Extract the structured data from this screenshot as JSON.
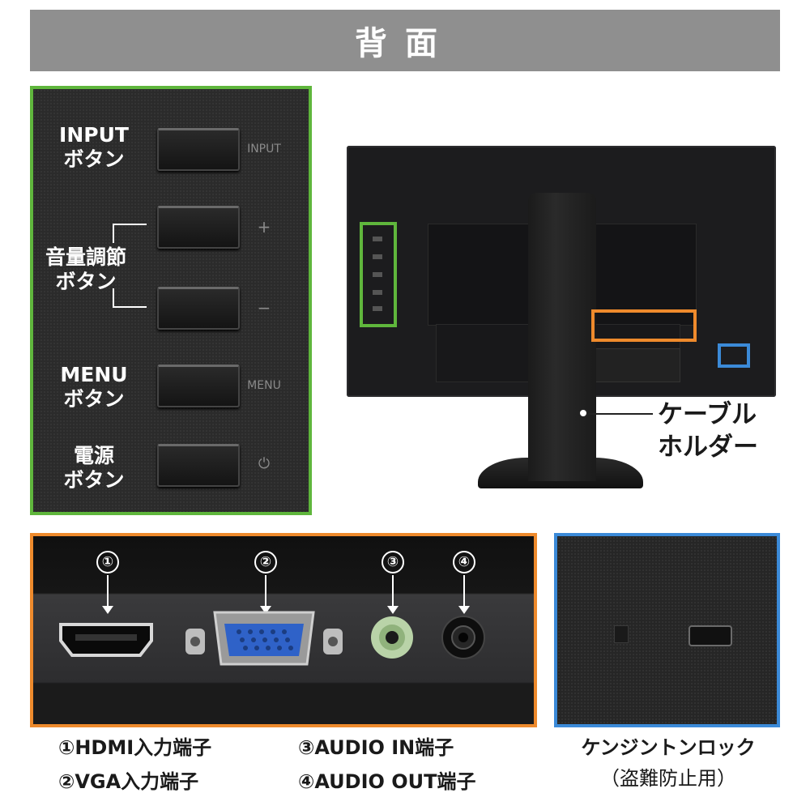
{
  "header": {
    "title": "背面"
  },
  "buttons_panel": {
    "input": {
      "label_line1": "INPUT",
      "label_line2": "ボタン",
      "mark": "INPUT"
    },
    "volume": {
      "label_line1": "音量調節",
      "label_line2": "ボタン",
      "mark_plus": "+",
      "mark_minus": "−"
    },
    "menu": {
      "label_line1": "MENU",
      "label_line2": "ボタン",
      "mark": "MENU"
    },
    "power": {
      "label_line1": "電源",
      "label_line2": "ボタン",
      "mark": "⏻"
    }
  },
  "monitor": {
    "cable_holder_line1": "ケーブル",
    "cable_holder_line2": "ホルダー",
    "highlight_colors": {
      "buttons": "#5fb63c",
      "ports": "#ee8a2c",
      "lock": "#3b8ad8"
    }
  },
  "ports_panel": {
    "numbers": [
      "①",
      "②",
      "③",
      "④"
    ]
  },
  "captions": {
    "hdmi": "①HDMI入力端子",
    "vga": "②VGA入力端子",
    "audio_in": "③AUDIO IN端子",
    "audio_out": "④AUDIO OUT端子",
    "lock_line1": "ケンジントンロック",
    "lock_line2": "（盗難防止用）"
  }
}
